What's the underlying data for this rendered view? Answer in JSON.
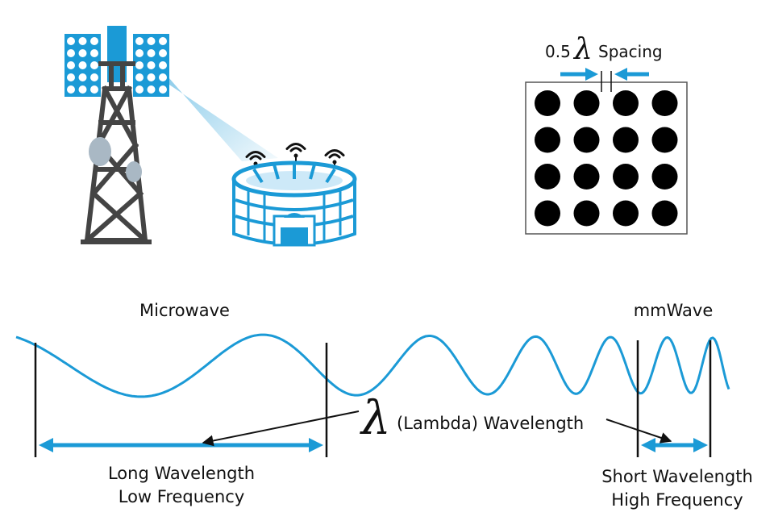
{
  "labels": {
    "microwave": "Microwave",
    "mmwave": "mmWave",
    "lambda_symbol": "λ",
    "lambda_caption": "(Lambda) Wavelength",
    "spacing_value": "0.5",
    "spacing_symbol": "λ",
    "spacing_word": "Spacing",
    "long_wavelength": "Long Wavelength",
    "low_frequency": "Low Frequency",
    "short_wavelength": "Short Wavelength",
    "high_frequency": "High Frequency"
  },
  "colors": {
    "accent": "#1b9ad6",
    "accent_light": "#cde9f8",
    "tower": "#444444",
    "dish": "#a9b8c4",
    "ink": "#111111"
  },
  "icons": {
    "tower": "cell-tower-icon",
    "stadium": "stadium-icon",
    "antenna_array": "antenna-array-icon"
  },
  "antenna_grid": {
    "rows": 4,
    "cols": 4
  }
}
